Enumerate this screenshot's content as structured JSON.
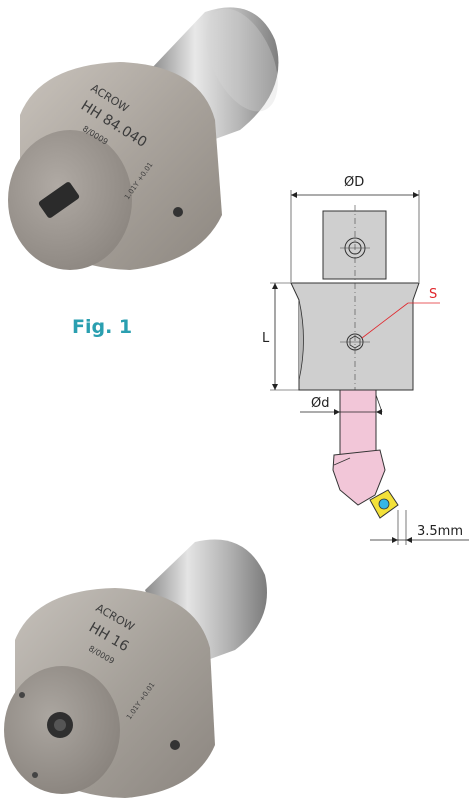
{
  "figure_label": "Fig. 1",
  "photo_top": {
    "brand": "ACROW",
    "model": "HH 84.040",
    "serial": "8/0009",
    "tolerance": "1.01Y +0.01"
  },
  "photo_bottom": {
    "brand": "ACROW",
    "model": "HH 16",
    "serial": "8/0009",
    "tolerance": "1.01Y +0.01"
  },
  "diagram": {
    "dim_outer_diameter": "ØD",
    "dim_length": "L",
    "dim_inner_diameter": "Ød",
    "dim_screw": "S",
    "dim_offset": "3.5mm"
  },
  "colors": {
    "accent": "#2a9fb0",
    "screw_label": "#e0262c",
    "boring_bar": "#f2c6d8",
    "insert": "#f3e13a",
    "insert_center": "#35b6e6"
  }
}
